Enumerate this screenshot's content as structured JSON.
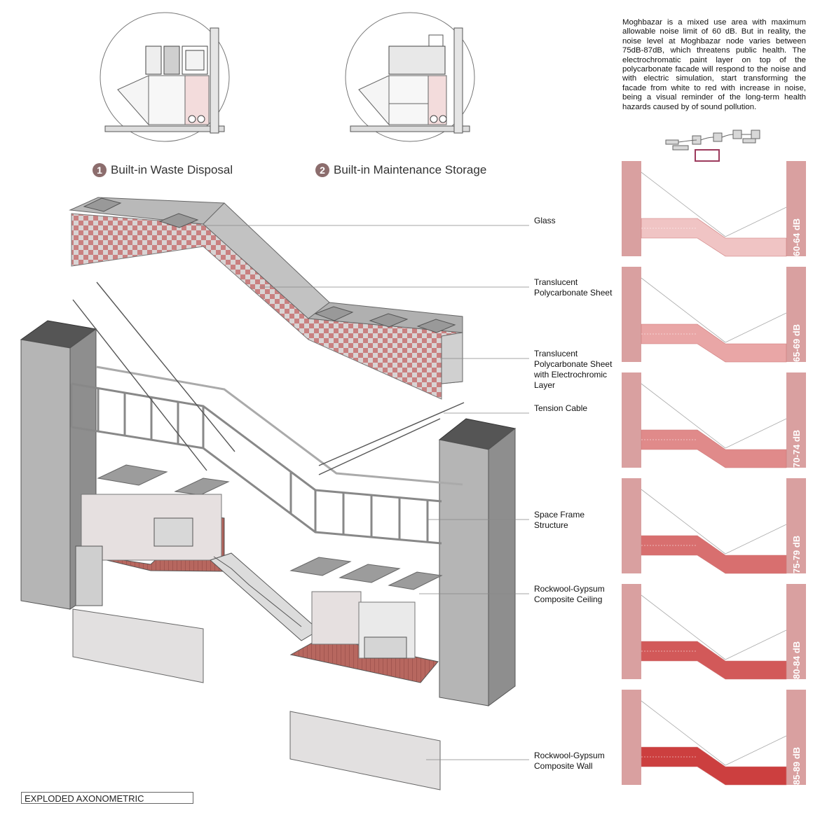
{
  "description": "Moghbazar is a mixed use area with maximum allowable noise limit of 60 dB. But in reality, the noise level at Moghbazar node varies between 75dB-87dB, which threatens public health. The electrochromatic paint layer on top of the polycarbonate facade will respond to the noise and with electric simulation, start transforming the facade from white to red with increase in noise, being a visual reminder of the long-term health hazards caused by of sound pollution.",
  "details": [
    {
      "number": "1",
      "title": "Built-in Waste Disposal"
    },
    {
      "number": "2",
      "title": "Built-in Maintenance Storage"
    }
  ],
  "layers": [
    {
      "label": "Glass"
    },
    {
      "label": "Translucent Polycarbonate Sheet"
    },
    {
      "label": "Translucent Polycarbonate Sheet with Electrochromic Layer"
    },
    {
      "label": "Tension Cable"
    },
    {
      "label": "Space Frame Structure"
    },
    {
      "label": "Rockwool-Gypsum Composite Ceiling"
    },
    {
      "label": "Rockwool-Gypsum Composite Wall"
    }
  ],
  "noise_levels": [
    {
      "label": "60-64 dB",
      "color": "#f0c4c4"
    },
    {
      "label": "65-69 dB",
      "color": "#e9a6a6"
    },
    {
      "label": "70-74 dB",
      "color": "#e08a8a"
    },
    {
      "label": "75-79 dB",
      "color": "#d86f6f"
    },
    {
      "label": "80-84 dB",
      "color": "#d25959"
    },
    {
      "label": "85-89 dB",
      "color": "#cc3f3f"
    }
  ],
  "colors": {
    "wall_pink": "#d9a0a0",
    "brick_red": "#b85a5a",
    "column_gray": "#a8a8a8",
    "badge": "#8c6d6d"
  },
  "drawing_title": "EXPLODED AXONOMETRIC"
}
